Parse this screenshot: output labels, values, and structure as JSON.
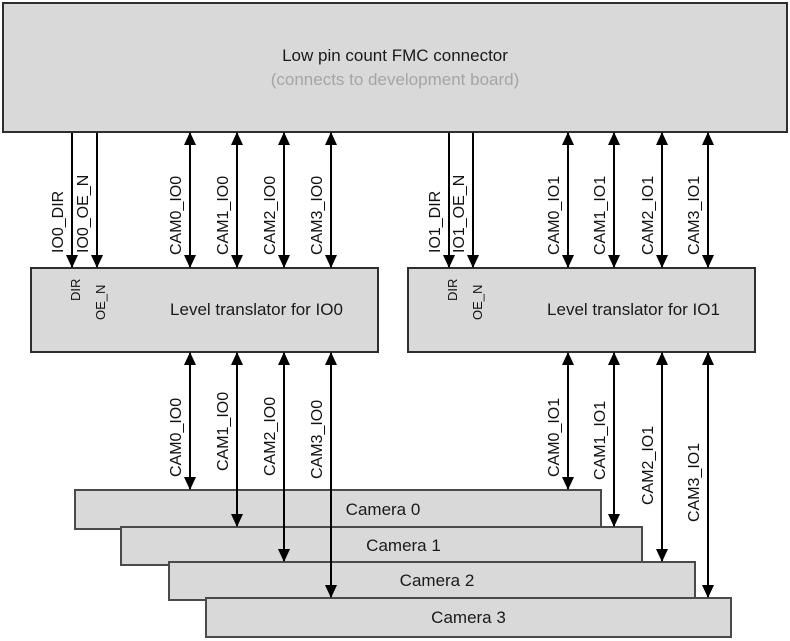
{
  "fmc": {
    "title": "Low pin count FMC connector",
    "subtitle": "(connects to development board)"
  },
  "translators": [
    {
      "title": "Level translator for IO0",
      "pins": {
        "dir": "DIR",
        "oe": "OE_N"
      }
    },
    {
      "title": "Level translator for IO1",
      "pins": {
        "dir": "DIR",
        "oe": "OE_N"
      }
    }
  ],
  "cameras": [
    {
      "label": "Camera 0"
    },
    {
      "label": "Camera 1"
    },
    {
      "label": "Camera 2"
    },
    {
      "label": "Camera 3"
    }
  ],
  "signals": {
    "io0": {
      "dir": "IO0_DIR",
      "oe": "IO0_OE_N",
      "cam0": "CAM0_IO0",
      "cam1": "CAM1_IO0",
      "cam2": "CAM2_IO0",
      "cam3": "CAM3_IO0"
    },
    "io1": {
      "dir": "IO1_DIR",
      "oe": "IO1_OE_N",
      "cam0": "CAM0_IO1",
      "cam1": "CAM1_IO1",
      "cam2": "CAM2_IO1",
      "cam3": "CAM3_IO1"
    }
  },
  "colors": {
    "box_fill": "#d9d9d9",
    "box_border": "#2e2e2e",
    "camera_border": "#4a4a4a",
    "title_text": "#1a1a1a",
    "subtitle_text": "#a5a5a5",
    "arrow": "#000000"
  }
}
